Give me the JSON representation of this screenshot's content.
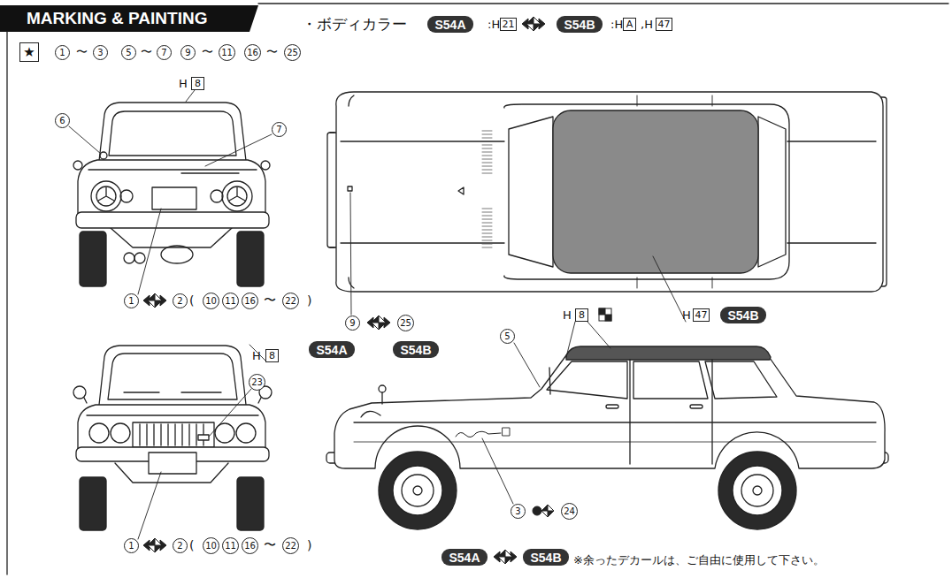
{
  "diagram": {
    "title": "MARKING & PAINTING",
    "nodes": [
      {
        "text": [
          "S54A"
        ]
      },
      {
        "text": [
          "21"
        ]
      },
      {
        "text": [
          "S54B"
        ]
      },
      {
        "text": [
          "A"
        ]
      },
      {
        "text": [
          "47"
        ]
      },
      {
        "text": [
          "★"
        ]
      },
      {
        "text": [
          "1"
        ]
      },
      {
        "text": [
          "3"
        ]
      },
      {
        "text": [
          "5"
        ]
      },
      {
        "text": [
          "7"
        ]
      },
      {
        "text": [
          "9"
        ]
      },
      {
        "text": [
          "11"
        ]
      },
      {
        "text": [
          "16"
        ]
      },
      {
        "text": [
          "25"
        ]
      },
      {
        "text": [
          "8"
        ]
      },
      {
        "text": [
          "6"
        ]
      },
      {
        "text": [
          "7"
        ]
      },
      {
        "text": [
          "1"
        ]
      },
      {
        "text": [
          "2"
        ]
      },
      {
        "text": [
          "10"
        ]
      },
      {
        "text": [
          "11"
        ]
      },
      {
        "text": [
          "16"
        ]
      },
      {
        "text": [
          "22"
        ]
      },
      {
        "text": [
          "9"
        ]
      },
      {
        "text": [
          "25"
        ]
      },
      {
        "text": [
          "S54A"
        ]
      },
      {
        "text": [
          "S54B"
        ]
      },
      {
        "text": [
          "8"
        ]
      },
      {
        "text": [
          "47"
        ]
      },
      {
        "text": [
          "S54B"
        ]
      },
      {
        "text": [
          "8"
        ]
      },
      {
        "text": [
          "23"
        ]
      },
      {
        "text": [
          "5"
        ]
      },
      {
        "text": [
          "1"
        ]
      },
      {
        "text": [
          "2"
        ]
      },
      {
        "text": [
          "10"
        ]
      },
      {
        "text": [
          "11"
        ]
      },
      {
        "text": [
          "16"
        ]
      },
      {
        "text": [
          "22"
        ]
      },
      {
        "text": [
          "3"
        ]
      },
      {
        "text": [
          "24"
        ]
      },
      {
        "text": [
          "S54A"
        ]
      },
      {
        "text": [
          "S54B"
        ]
      }
    ],
    "labels": [
      "・ボディカラー",
      ":H",
      ":H",
      ",H",
      "〜",
      "〜",
      "〜",
      "〜",
      "H",
      "(",
      "〜",
      ")",
      "H",
      "H",
      "H",
      "(",
      "〜",
      ")",
      "※余ったデカールは、ご自由に使用して下さい。"
    ]
  }
}
